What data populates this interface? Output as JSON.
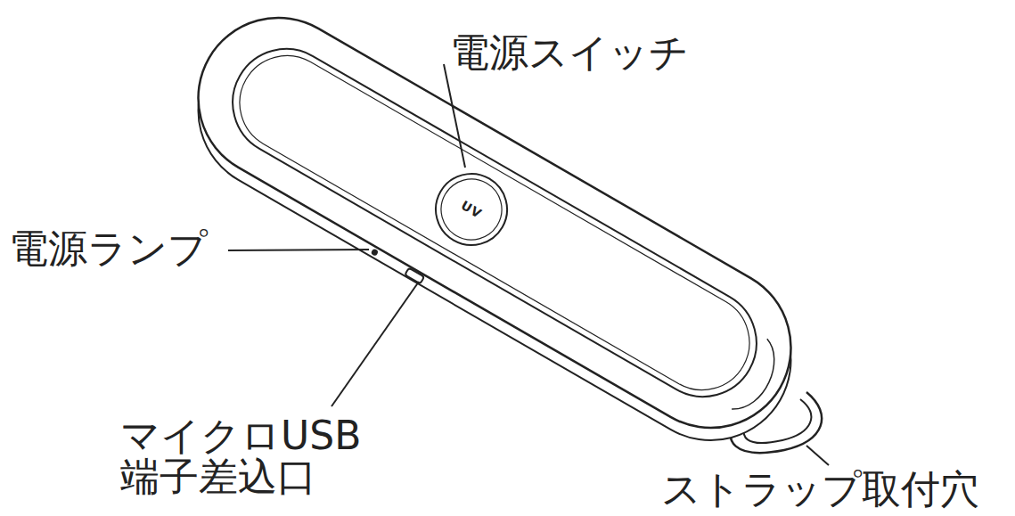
{
  "diagram": {
    "labels": [
      "電源スイッチ",
      "UV",
      "電源ランプ",
      "マイクロUSB 端子差込口",
      "ストラップ取付穴"
    ]
  }
}
